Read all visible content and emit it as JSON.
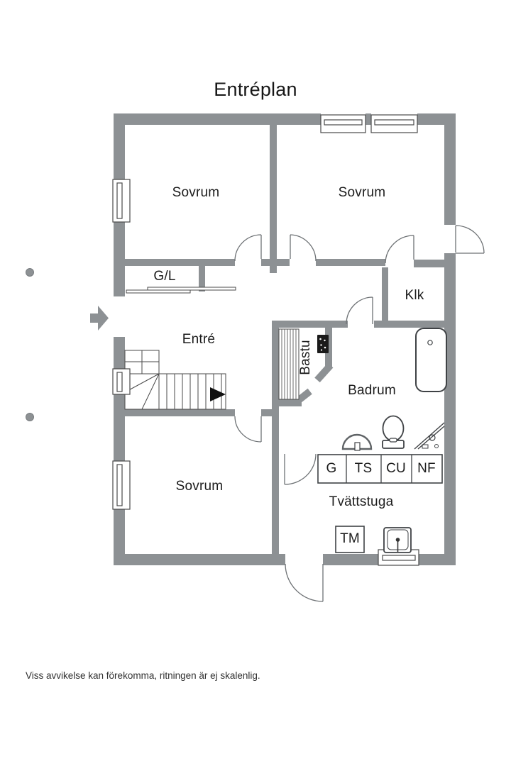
{
  "title": "Entréplan",
  "disclaimer": "Viss avvikelse kan förekomma, ritningen är ej skalenlig.",
  "rooms": {
    "sovrum_nw": {
      "label": "Sovrum"
    },
    "sovrum_ne": {
      "label": "Sovrum"
    },
    "sovrum_sw": {
      "label": "Sovrum"
    },
    "entre": {
      "label": "Entré"
    },
    "closet_gl": {
      "label": "G/L"
    },
    "closet_klk": {
      "label": "Klk"
    },
    "bastu": {
      "label": "Bastu"
    },
    "badrum": {
      "label": "Badrum"
    },
    "tvattstuga": {
      "label": "Tvättstuga"
    }
  },
  "fixtures": {
    "garderob": "G",
    "torkskap": "TS",
    "cu": "CU",
    "nf": "NF",
    "tvattmaskin": "TM"
  },
  "colors": {
    "wall": "#8d9194",
    "door_line": "#6e7275",
    "fixture_line": "#3f4245",
    "text": "#1c1c1c"
  }
}
